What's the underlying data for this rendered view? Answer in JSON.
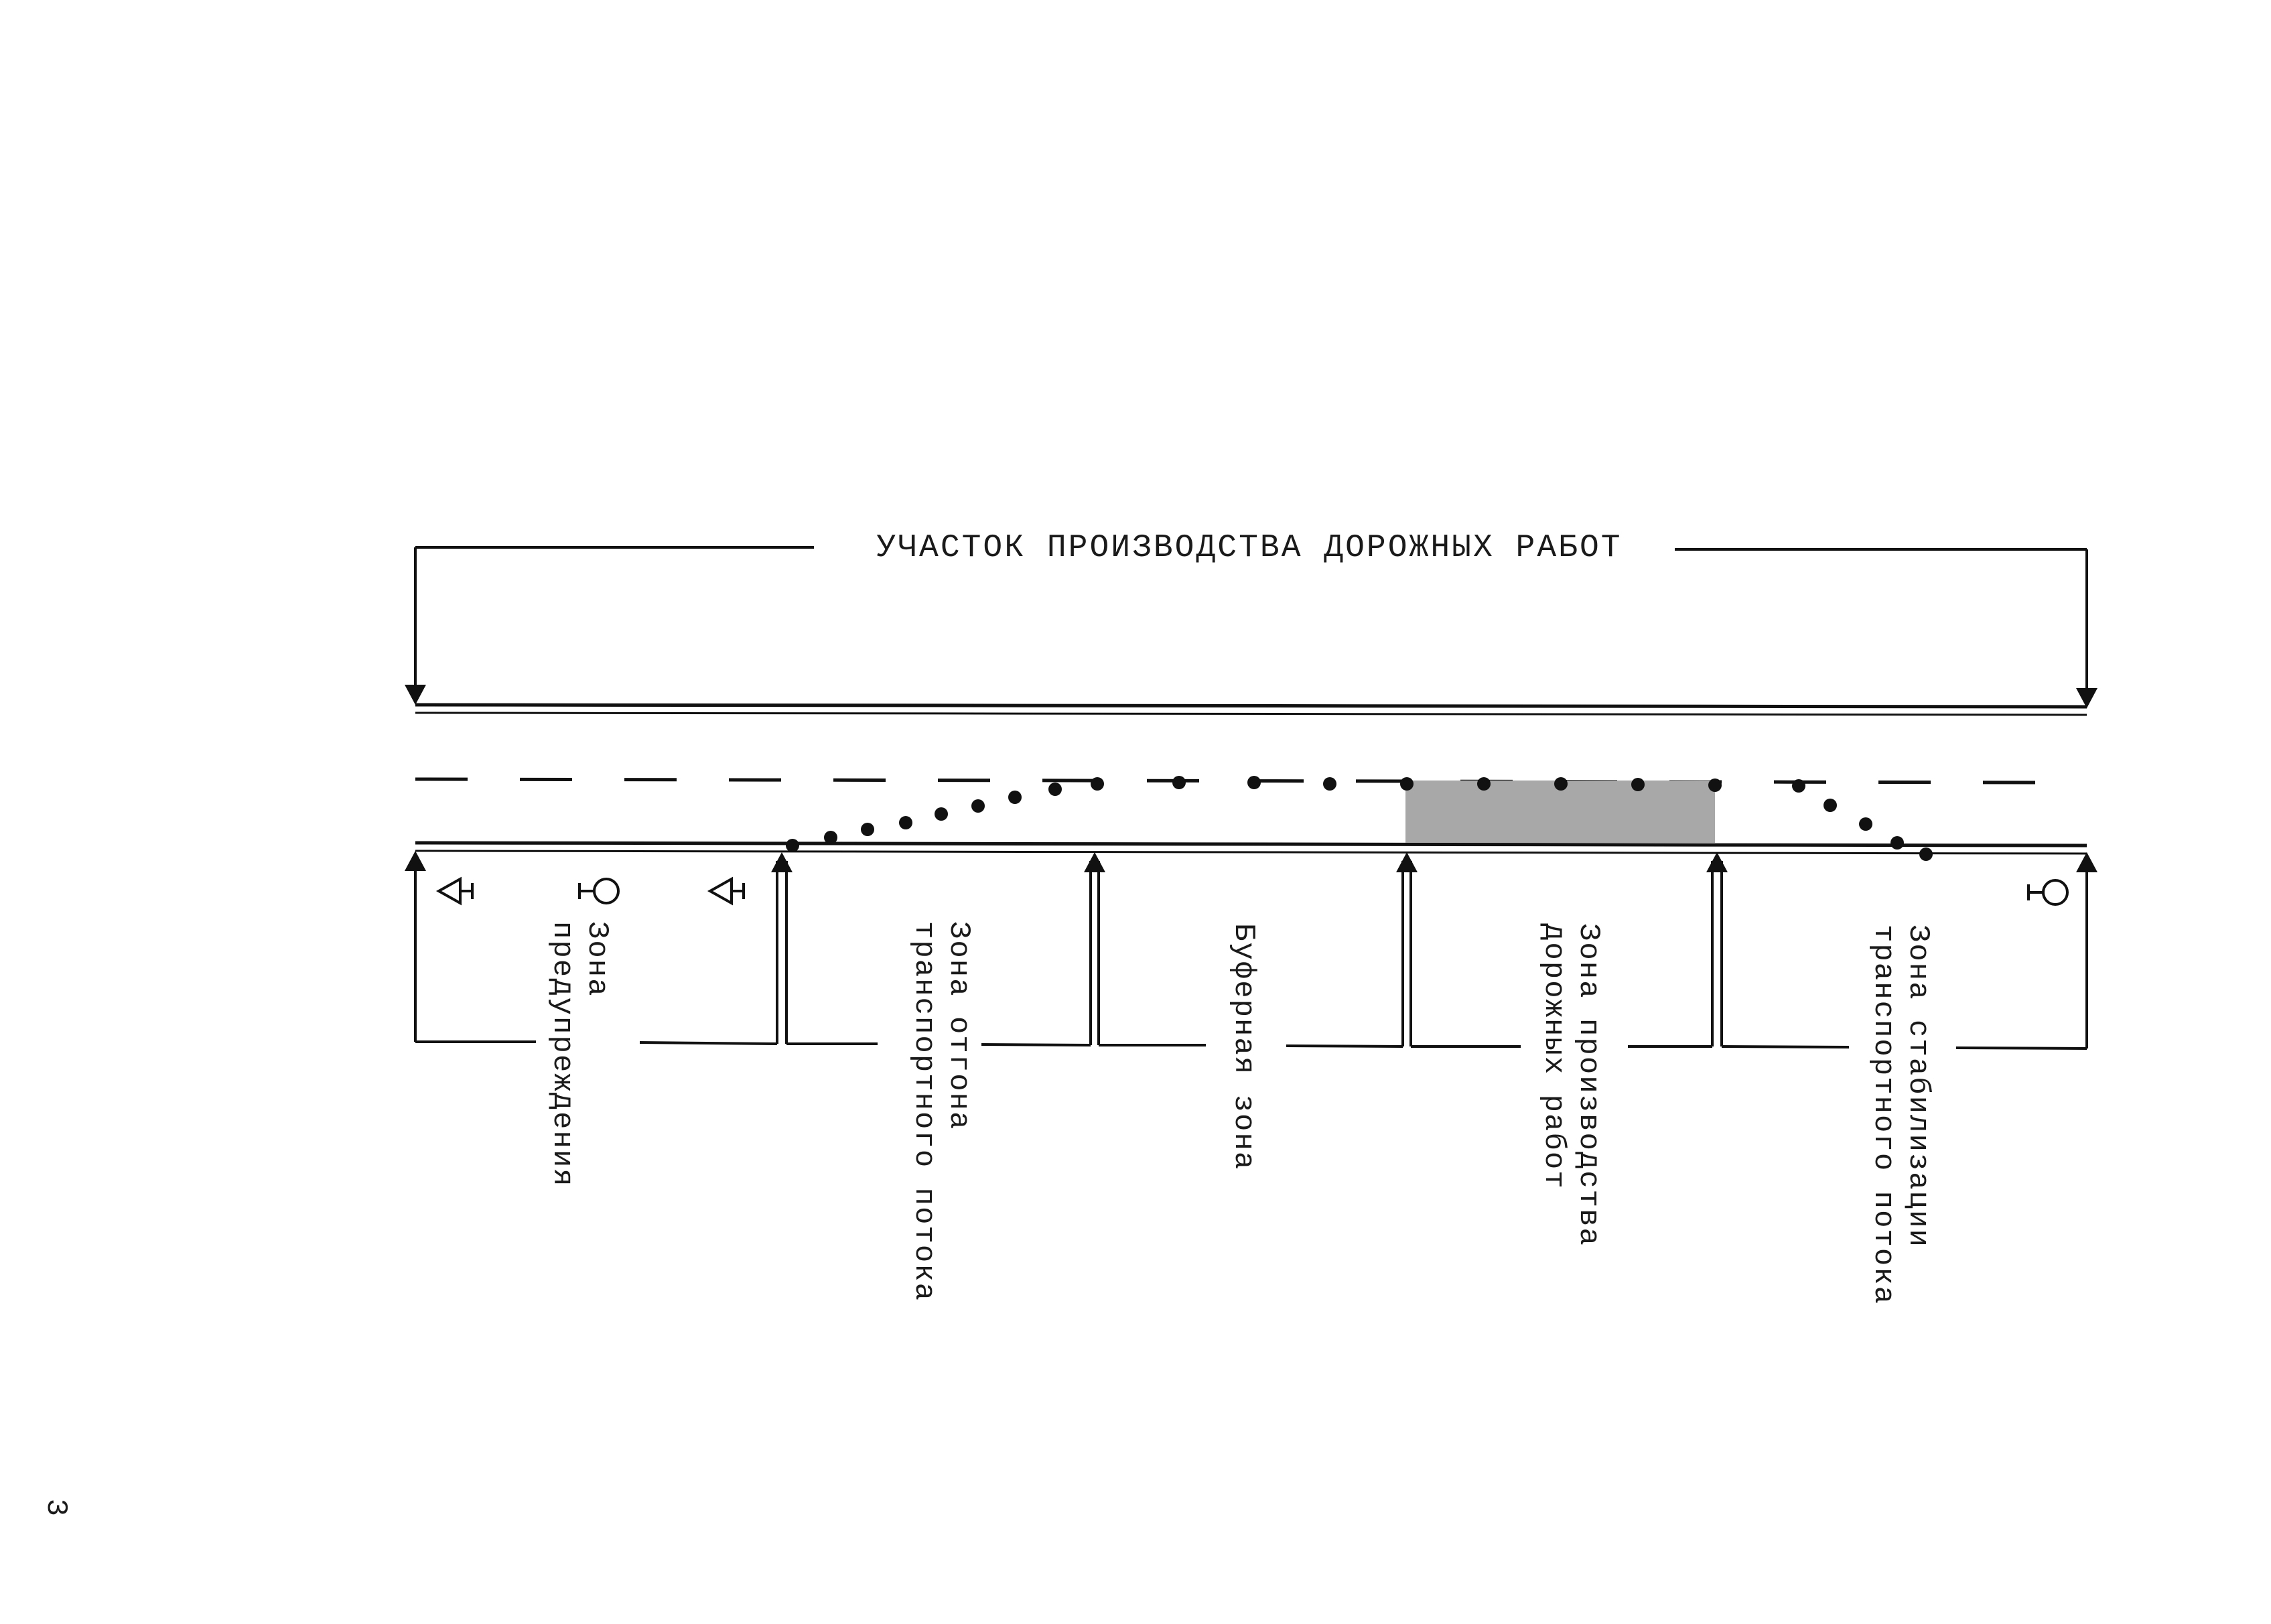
{
  "title": "УЧАСТОК ПРОИЗВОДСТВА ДОРОЖНЫХ РАБОТ",
  "page_number": "3",
  "zones": [
    {
      "id": "warning",
      "lines": [
        "Зона",
        "предупреждения"
      ]
    },
    {
      "id": "taper",
      "lines": [
        "Зона отгона",
        "транспортного потока"
      ]
    },
    {
      "id": "buffer",
      "lines": [
        "Буферная зона"
      ]
    },
    {
      "id": "work",
      "lines": [
        "Зона производства",
        "дорожных работ"
      ]
    },
    {
      "id": "stabilization",
      "lines": [
        "Зона стабилизации",
        "транспортного потока"
      ]
    }
  ],
  "signs": [
    {
      "type": "sign-triangle-icon"
    },
    {
      "type": "sign-round-icon"
    },
    {
      "type": "sign-triangle-icon"
    },
    {
      "type": "sign-round-icon"
    }
  ],
  "colors": {
    "ink": "#111111",
    "work_area": "#a8a8a8"
  }
}
